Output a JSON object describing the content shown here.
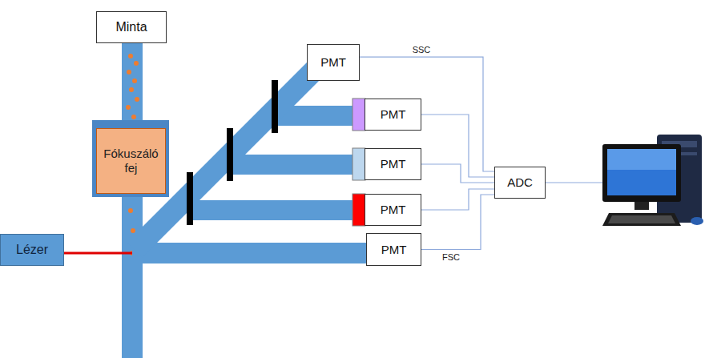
{
  "diagram": {
    "nodes": [
      {
        "text": [
          "Minta"
        ]
      },
      {
        "text": [
          "PMT"
        ]
      },
      {
        "text": [
          "PMT"
        ]
      },
      {
        "text": [
          "PMT"
        ]
      },
      {
        "text": [
          "Fókuszáló fej"
        ]
      },
      {
        "text": [
          "ADC"
        ]
      },
      {
        "text": [
          "PMT"
        ]
      },
      {
        "text": [
          "Lézer"
        ]
      },
      {
        "text": [
          "PMT"
        ]
      }
    ],
    "edges": [
      {
        "from": 1,
        "to": 5,
        "arrow": "none",
        "label": "SSC"
      },
      {
        "from": 2,
        "to": 5,
        "arrow": "none"
      },
      {
        "from": 3,
        "to": 5,
        "arrow": "none"
      },
      {
        "from": 6,
        "to": 5,
        "arrow": "none"
      },
      {
        "from": 8,
        "to": 5,
        "arrow": "none",
        "label": "FSC"
      }
    ]
  }
}
